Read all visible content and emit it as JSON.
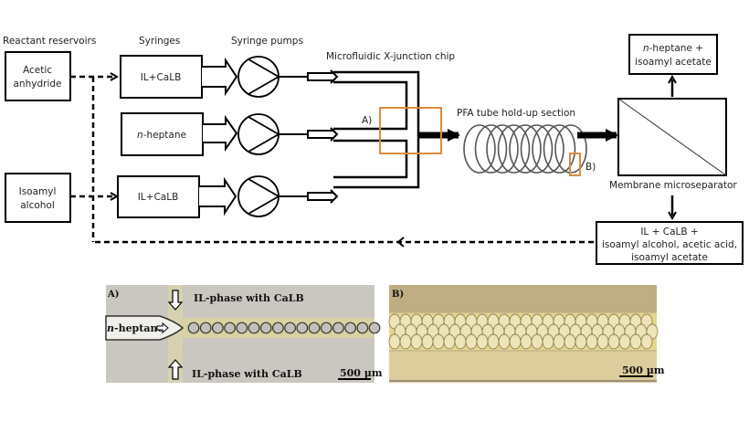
{
  "labels": {
    "reactant_reservoirs": "Reactant reservoirs",
    "syringes": "Syringes",
    "syringe_pumps": "Syringe pumps",
    "chip": "Microfluidic X-junction chip",
    "pfa_tube": "PFA tube hold-up section",
    "membrane": "Membrane microseparator",
    "callout_a": "A)",
    "callout_b": "B)"
  },
  "reservoirs": [
    {
      "line1": "Acetic",
      "line2": "anhydride"
    },
    {
      "line1": "Isoamyl",
      "line2": "alcohol"
    }
  ],
  "syringes": [
    {
      "label": "IL+CaLB",
      "italic_prefix": "",
      "rest": ""
    },
    {
      "label": "",
      "italic_prefix": "n",
      "rest": "-heptane"
    },
    {
      "label": "IL+CaLB",
      "italic_prefix": "",
      "rest": ""
    }
  ],
  "outputs": {
    "top": {
      "italic_prefix": "n",
      "line1_rest": "-heptane +",
      "line2": "isoamyl acetate"
    },
    "bottom": {
      "line1": "IL + CaLB +",
      "line2": "isoamyl alcohol, acetic acid,",
      "line3": "isoamyl acetate"
    }
  },
  "photos": {
    "a": {
      "panel": "A)",
      "top_label": "IL-phase with CaLB",
      "bottom_label": "IL-phase with CaLB",
      "left_label_italic": "n",
      "left_label_rest": "-heptane",
      "scale": "500 µm"
    },
    "b": {
      "panel": "B)",
      "scale": "500 µm"
    }
  },
  "colors": {
    "line": "#000000",
    "highlight": "#e08a3c",
    "photo_a_bg": "#c9c7c0",
    "photo_a_channel": "#d8d2a4",
    "photo_b_bg": "#cbbd8e",
    "photo_b_band": "#e5d58f"
  }
}
